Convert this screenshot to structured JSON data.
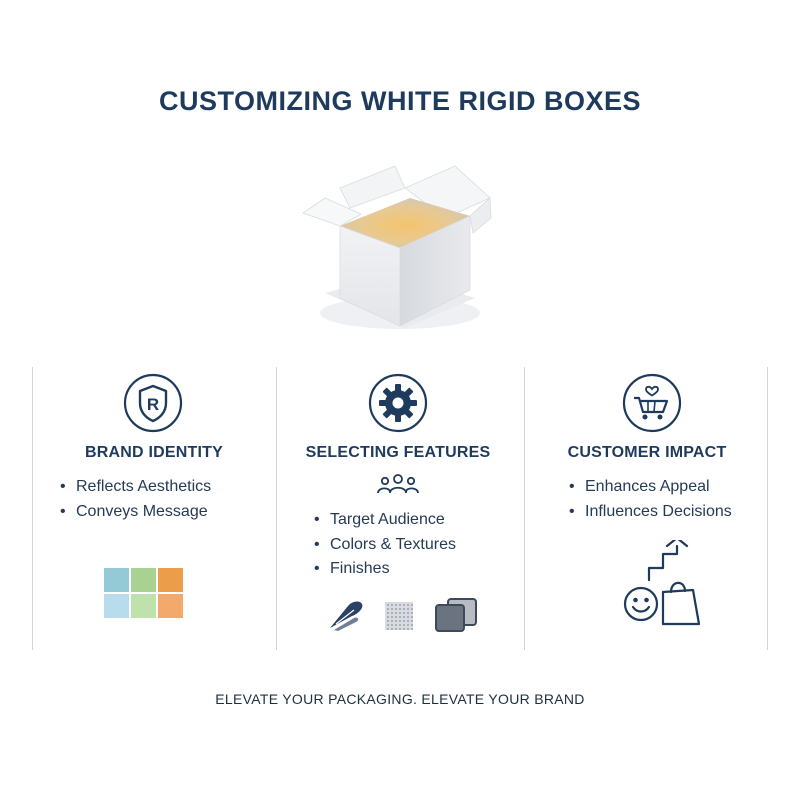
{
  "title": "CUSTOMIZING WHITE RIGID BOXES",
  "columns": [
    {
      "title": "BRAND IDENTITY",
      "icon": "shield-r-icon",
      "items": [
        "Reflects Aesthetics",
        "Conveys Message"
      ]
    },
    {
      "title": "SELECTING FEATURES",
      "icon": "gear-icon",
      "items": [
        "Target Audience",
        "Colors & Textures",
        "Finishes"
      ]
    },
    {
      "title": "CUSTOMER IMPACT",
      "icon": "cart-heart-icon",
      "items": [
        "Enhances Appeal",
        "Influences Decisions"
      ]
    }
  ],
  "swatch_colors": [
    "#94c9d6",
    "#a8d192",
    "#eb9d4a",
    "#b9dced",
    "#bfe2ac",
    "#f2a96b"
  ],
  "footer": "ELEVATE YOUR PACKAGING. ELEVATE YOUR BRAND",
  "colors": {
    "navy": "#1e3a5c",
    "divider": "#cfd6de"
  }
}
